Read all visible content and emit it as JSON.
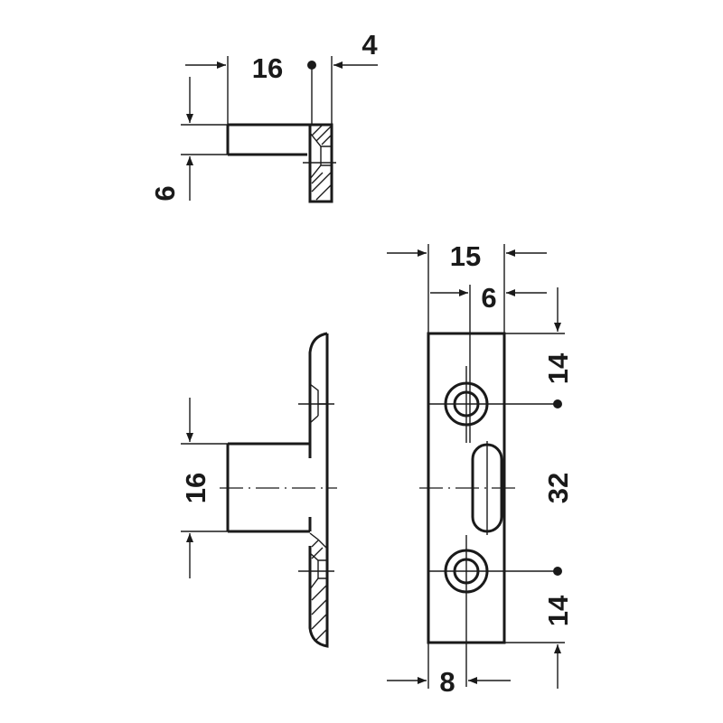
{
  "title": "Technical drawing - bracket fitting dimensions (mm)",
  "views": {
    "top_view": {
      "dims": {
        "length": "16",
        "plate_thickness": "4",
        "height": "6"
      }
    },
    "side_view": {
      "dims": {
        "shaft_height": "16"
      }
    },
    "front_view": {
      "dims": {
        "width": "15",
        "slot_offset": "6",
        "top_to_hole": "14",
        "hole_spacing": "32",
        "hole_to_bottom": "14",
        "hole_offset": "8"
      }
    }
  },
  "colors": {
    "line": "#1a1a1a",
    "background": "#ffffff"
  }
}
